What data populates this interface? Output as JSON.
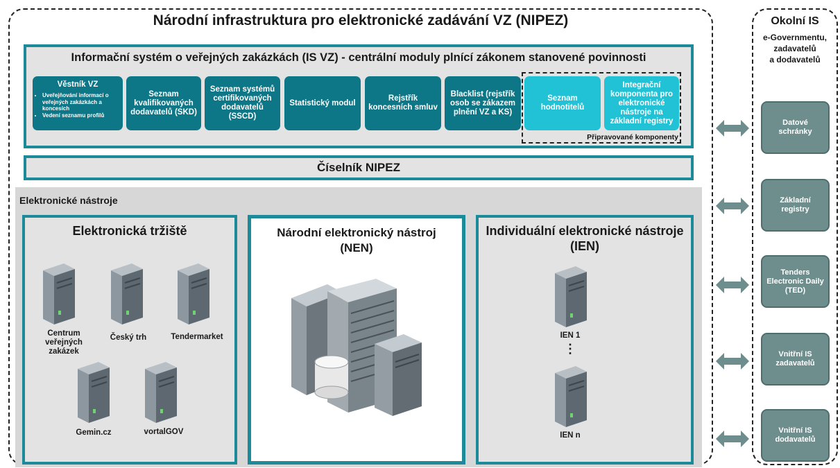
{
  "title": "Národní infrastruktura pro elektronické zadávání VZ (NIPEZ)",
  "right_panel": {
    "title": "Okolní IS",
    "subtitle_lines": [
      "e-Governmentu,",
      "zadavatelů",
      "a dodavatelů"
    ],
    "systems": [
      {
        "label": "Datové schránky"
      },
      {
        "label": "Základní registry"
      },
      {
        "label": "Tenders Electronic Daily (TED)"
      },
      {
        "label": "Vnitřní IS zadavatelů"
      },
      {
        "label": "Vnitřní IS dodavatelů"
      }
    ]
  },
  "isvz": {
    "title": "Informační systém o veřejných zakázkách (IS VZ) - centrální moduly plnící zákonem stanovené povinnosti",
    "vestnik": {
      "title": "Věstník VZ",
      "bullets": [
        "Uveřejňování informací o veřejných zakázkách a koncesích",
        "Vedení seznamu profilů"
      ]
    },
    "modules": [
      {
        "label": "Seznam kvalifikovaných dodavatelů (SKD)"
      },
      {
        "label": "Seznam systémů certifikovaných dodavatelů (SSCD)"
      },
      {
        "label": "Statistický modul"
      },
      {
        "label": "Rejstřík koncesních smluv"
      },
      {
        "label": "Blacklist (rejstřík osob se zákazem plnění VZ a KS)"
      },
      {
        "label": "Seznam hodnotitelů"
      },
      {
        "label": "Integrační komponenta pro elektronické nástroje na základní registry"
      }
    ],
    "prepared_label": "Připravované komponenty"
  },
  "ciselnik": "Číselník NIPEZ",
  "electronic_tools": {
    "label": "Elektronické nástroje",
    "marketplaces": {
      "title": "Elektronická tržiště",
      "servers": [
        {
          "label": "Centrum veřejných zakázek"
        },
        {
          "label": "Český trh"
        },
        {
          "label": "Tendermarket"
        },
        {
          "label": "Gemin.cz"
        },
        {
          "label": "vortalGOV"
        }
      ]
    },
    "nen": {
      "title_line1": "Národní elektronický nástroj",
      "title_line2": "(NEN)"
    },
    "ien": {
      "title_line1": "Individuální elektronické nástroje",
      "title_line2": "(IEN)",
      "servers": [
        {
          "label": "IEN 1"
        },
        {
          "label": "IEN n"
        }
      ],
      "ellipsis": "⋮"
    }
  },
  "colors": {
    "teal_dark": "#0e7787",
    "teal_light": "#22c2d6",
    "teal_border": "#1c8a99",
    "gray_box": "#6e8e8e"
  }
}
